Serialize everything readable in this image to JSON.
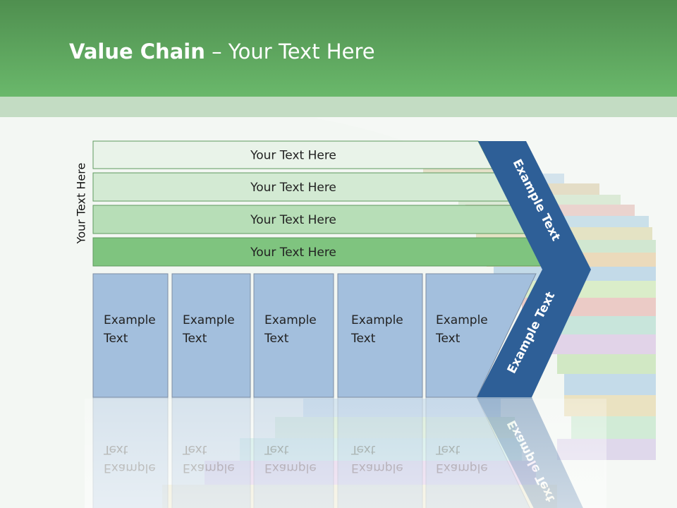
{
  "slide": {
    "title_bold": "Value Chain",
    "title_rest": " – Your Text Here",
    "side_label": "Your Text Here"
  },
  "bands": [
    {
      "label": "Your Text Here",
      "fill": "#e9f3e9"
    },
    {
      "label": "Your Text Here",
      "fill": "#d3ead3"
    },
    {
      "label": "Your Text Here",
      "fill": "#b7deb7"
    },
    {
      "label": "Your Text Here",
      "fill": "#7fc47f"
    }
  ],
  "boxes": [
    {
      "line1": "Example",
      "line2": "Text"
    },
    {
      "line1": "Example",
      "line2": "Text"
    },
    {
      "line1": "Example",
      "line2": "Text"
    },
    {
      "line1": "Example",
      "line2": "Text"
    },
    {
      "line1": "Example",
      "line2": "Text"
    }
  ],
  "arrow": {
    "top_label": "Example Text",
    "bottom_label": "Example Text",
    "fill": "#2e5f97"
  },
  "colors": {
    "header": "#5aa35b",
    "box_fill": "#a3bfdd",
    "box_stroke": "#7d8ea3",
    "band_stroke": "#5f9a5f"
  }
}
